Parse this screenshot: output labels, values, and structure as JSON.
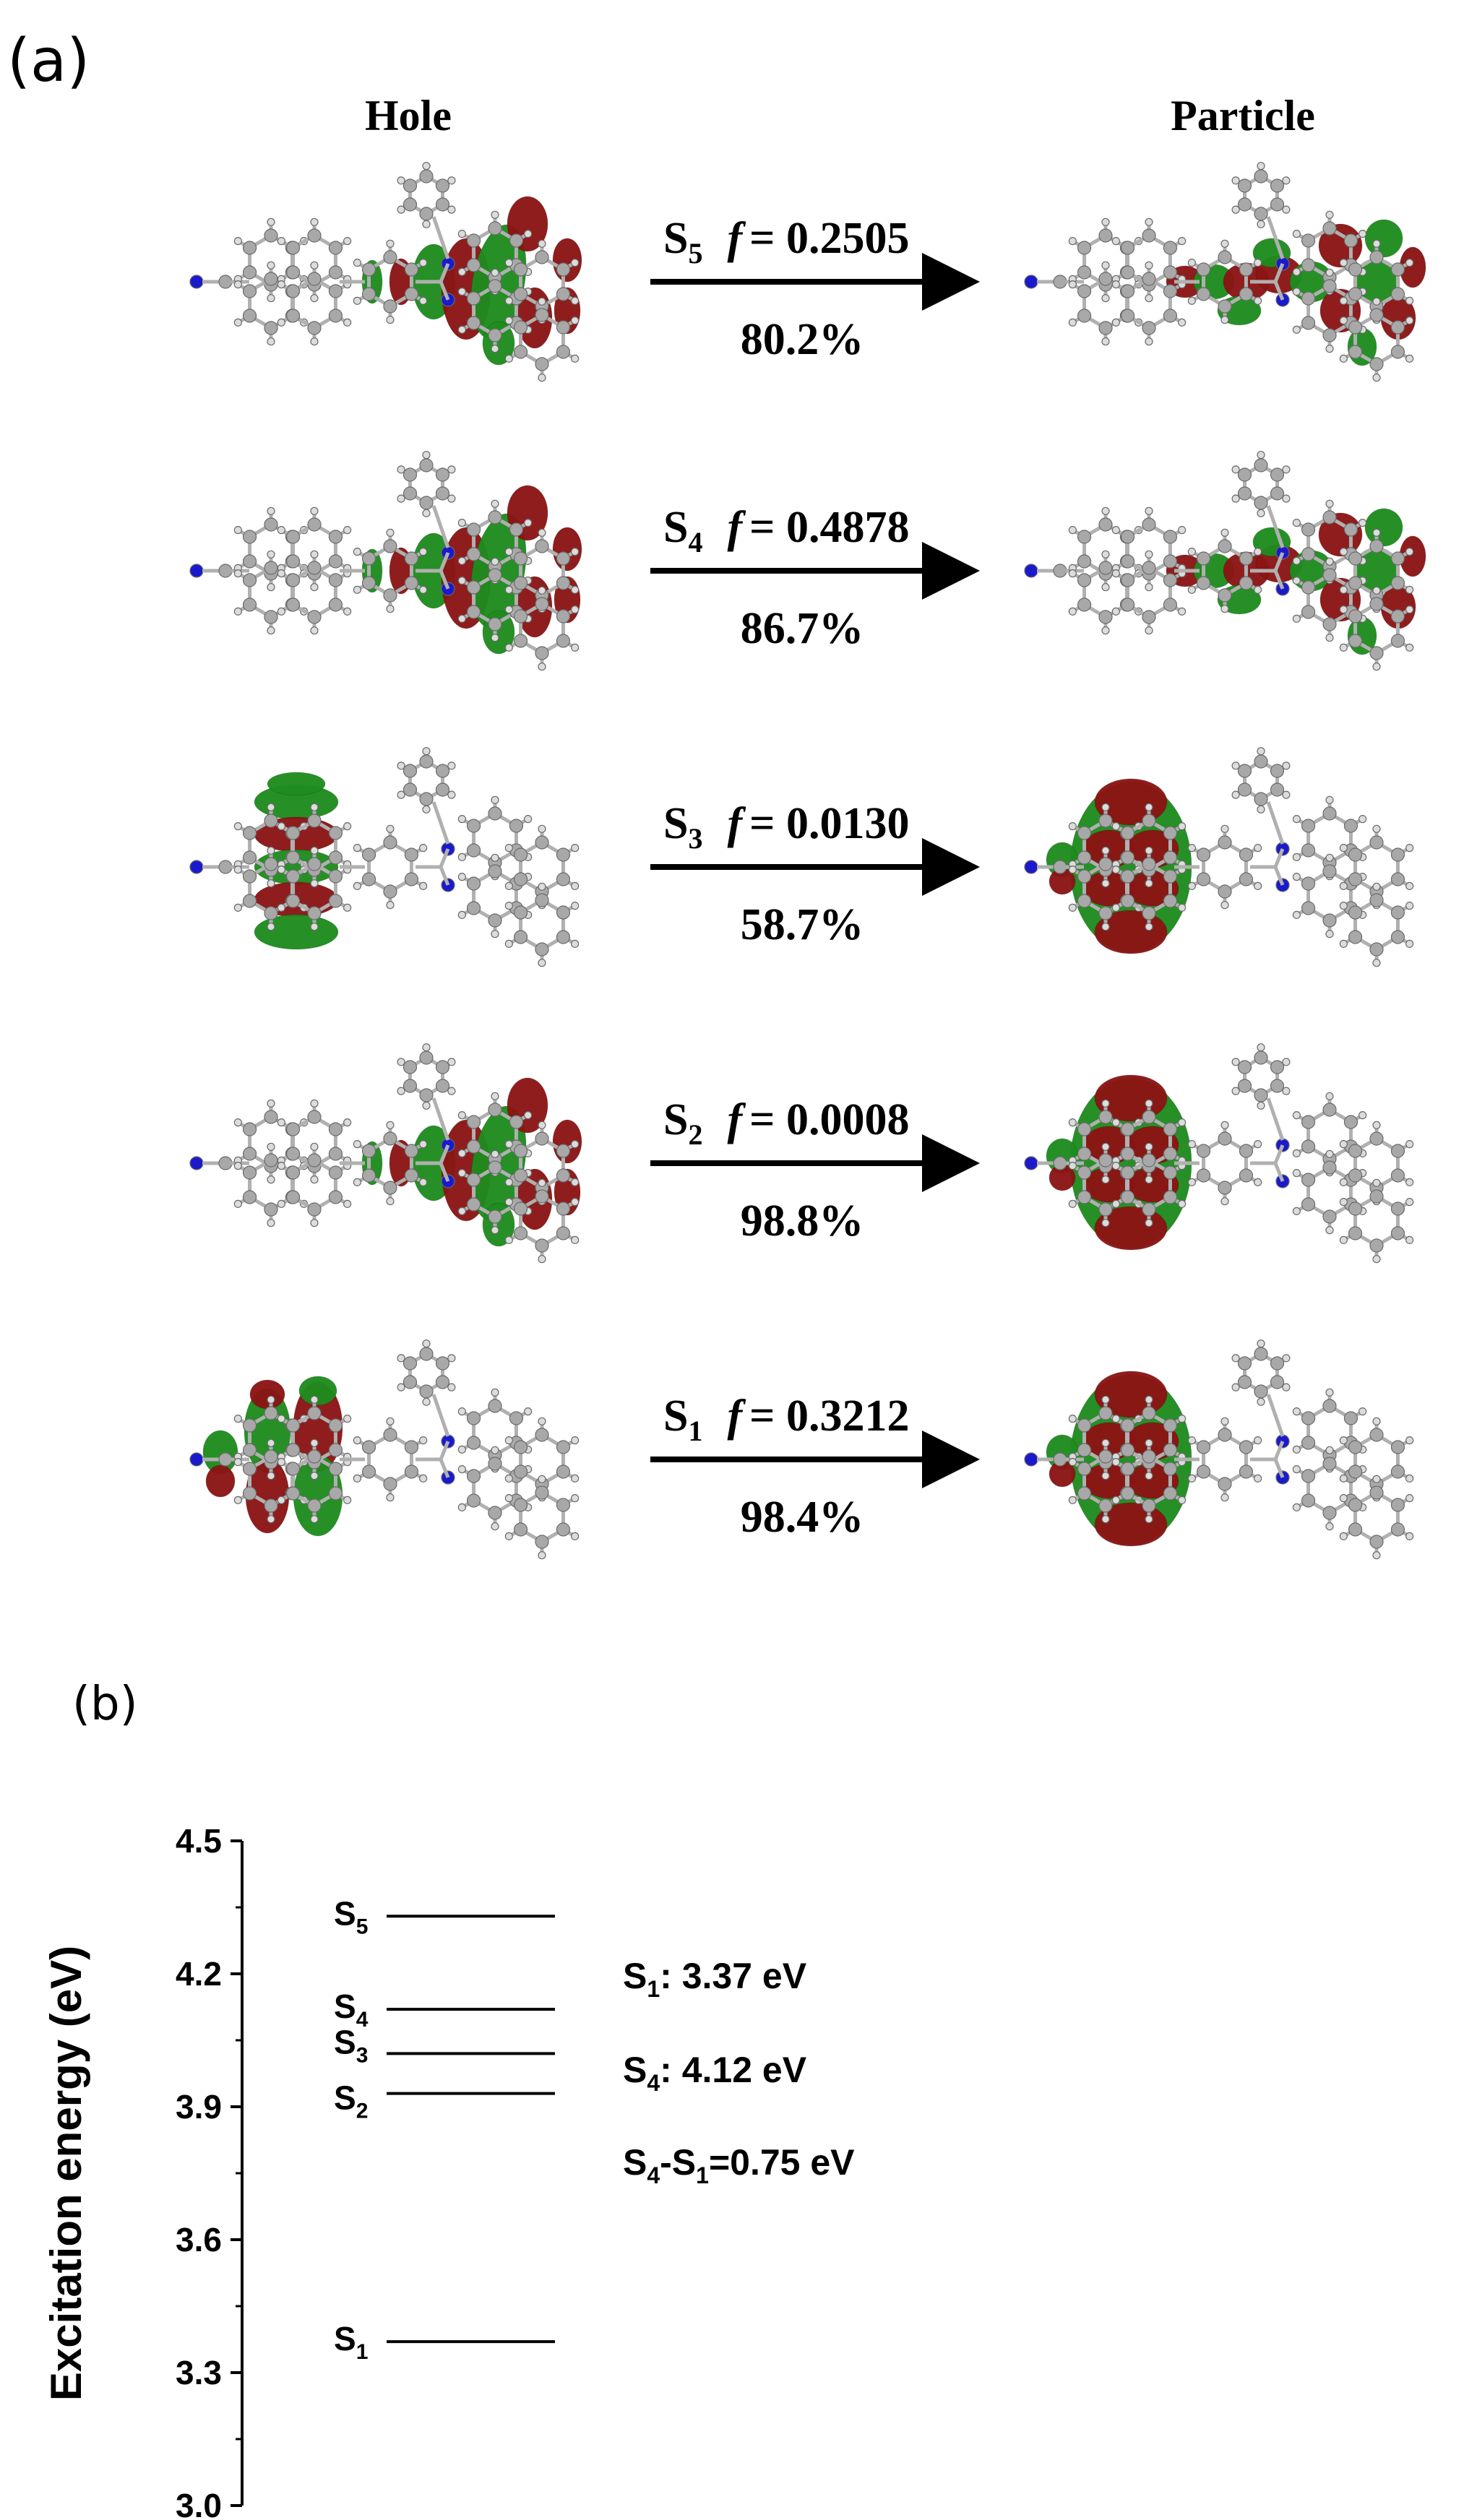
{
  "panel_a": {
    "label": "(a)",
    "hole_header": "Hole",
    "particle_header": "Particle",
    "transitions": [
      {
        "state_main": "S",
        "state_sub": "5",
        "f_label": "f",
        "f_value": "= 0.2505",
        "percent": "80.2%",
        "hole_type": "ct",
        "particle_type": "ct-wide"
      },
      {
        "state_main": "S",
        "state_sub": "4",
        "f_label": "f",
        "f_value": "= 0.4878",
        "percent": "86.7%",
        "hole_type": "ct",
        "particle_type": "ct-wide"
      },
      {
        "state_main": "S",
        "state_sub": "3",
        "f_label": "f",
        "f_value": "= 0.0130",
        "percent": "58.7%",
        "hole_type": "le-bands",
        "particle_type": "le-blob"
      },
      {
        "state_main": "S",
        "state_sub": "2",
        "f_label": "f",
        "f_value": "= 0.0008",
        "percent": "98.8%",
        "hole_type": "ct",
        "particle_type": "le-blob"
      },
      {
        "state_main": "S",
        "state_sub": "1",
        "f_label": "f",
        "f_value": "= 0.3212",
        "percent": "98.4%",
        "hole_type": "le-lobes",
        "particle_type": "le-blob"
      }
    ],
    "colors": {
      "lobe_red": "#8b1414",
      "lobe_green": "#1e8c1e",
      "atom_gray": "#a8a8a8",
      "nitrogen_blue": "#1a1acc",
      "arrow": "#000000"
    }
  },
  "panel_b": {
    "label": "(b)",
    "annotations": [
      {
        "main": "S",
        "sub": "1",
        "rest": ": 3.37 eV"
      },
      {
        "main": "S",
        "sub": "4",
        "rest": ": 4.12 eV"
      },
      {
        "main": "S",
        "sub": "4",
        "mid": "-S",
        "sub2": "1",
        "rest": "=0.75 eV"
      }
    ]
  },
  "chart_data": {
    "type": "energy-level diagram",
    "ylabel": "Excitation energy (eV)",
    "ylim": [
      3.0,
      4.5
    ],
    "yticks": [
      "3.0",
      "3.3",
      "3.6",
      "3.9",
      "4.2",
      "4.5"
    ],
    "levels": [
      {
        "main": "S",
        "sub": "5",
        "value": 4.33
      },
      {
        "main": "S",
        "sub": "4",
        "value": 4.12
      },
      {
        "main": "S",
        "sub": "3",
        "value": 4.02
      },
      {
        "main": "S",
        "sub": "2",
        "value": 3.93
      },
      {
        "main": "S",
        "sub": "1",
        "value": 3.37
      }
    ]
  }
}
